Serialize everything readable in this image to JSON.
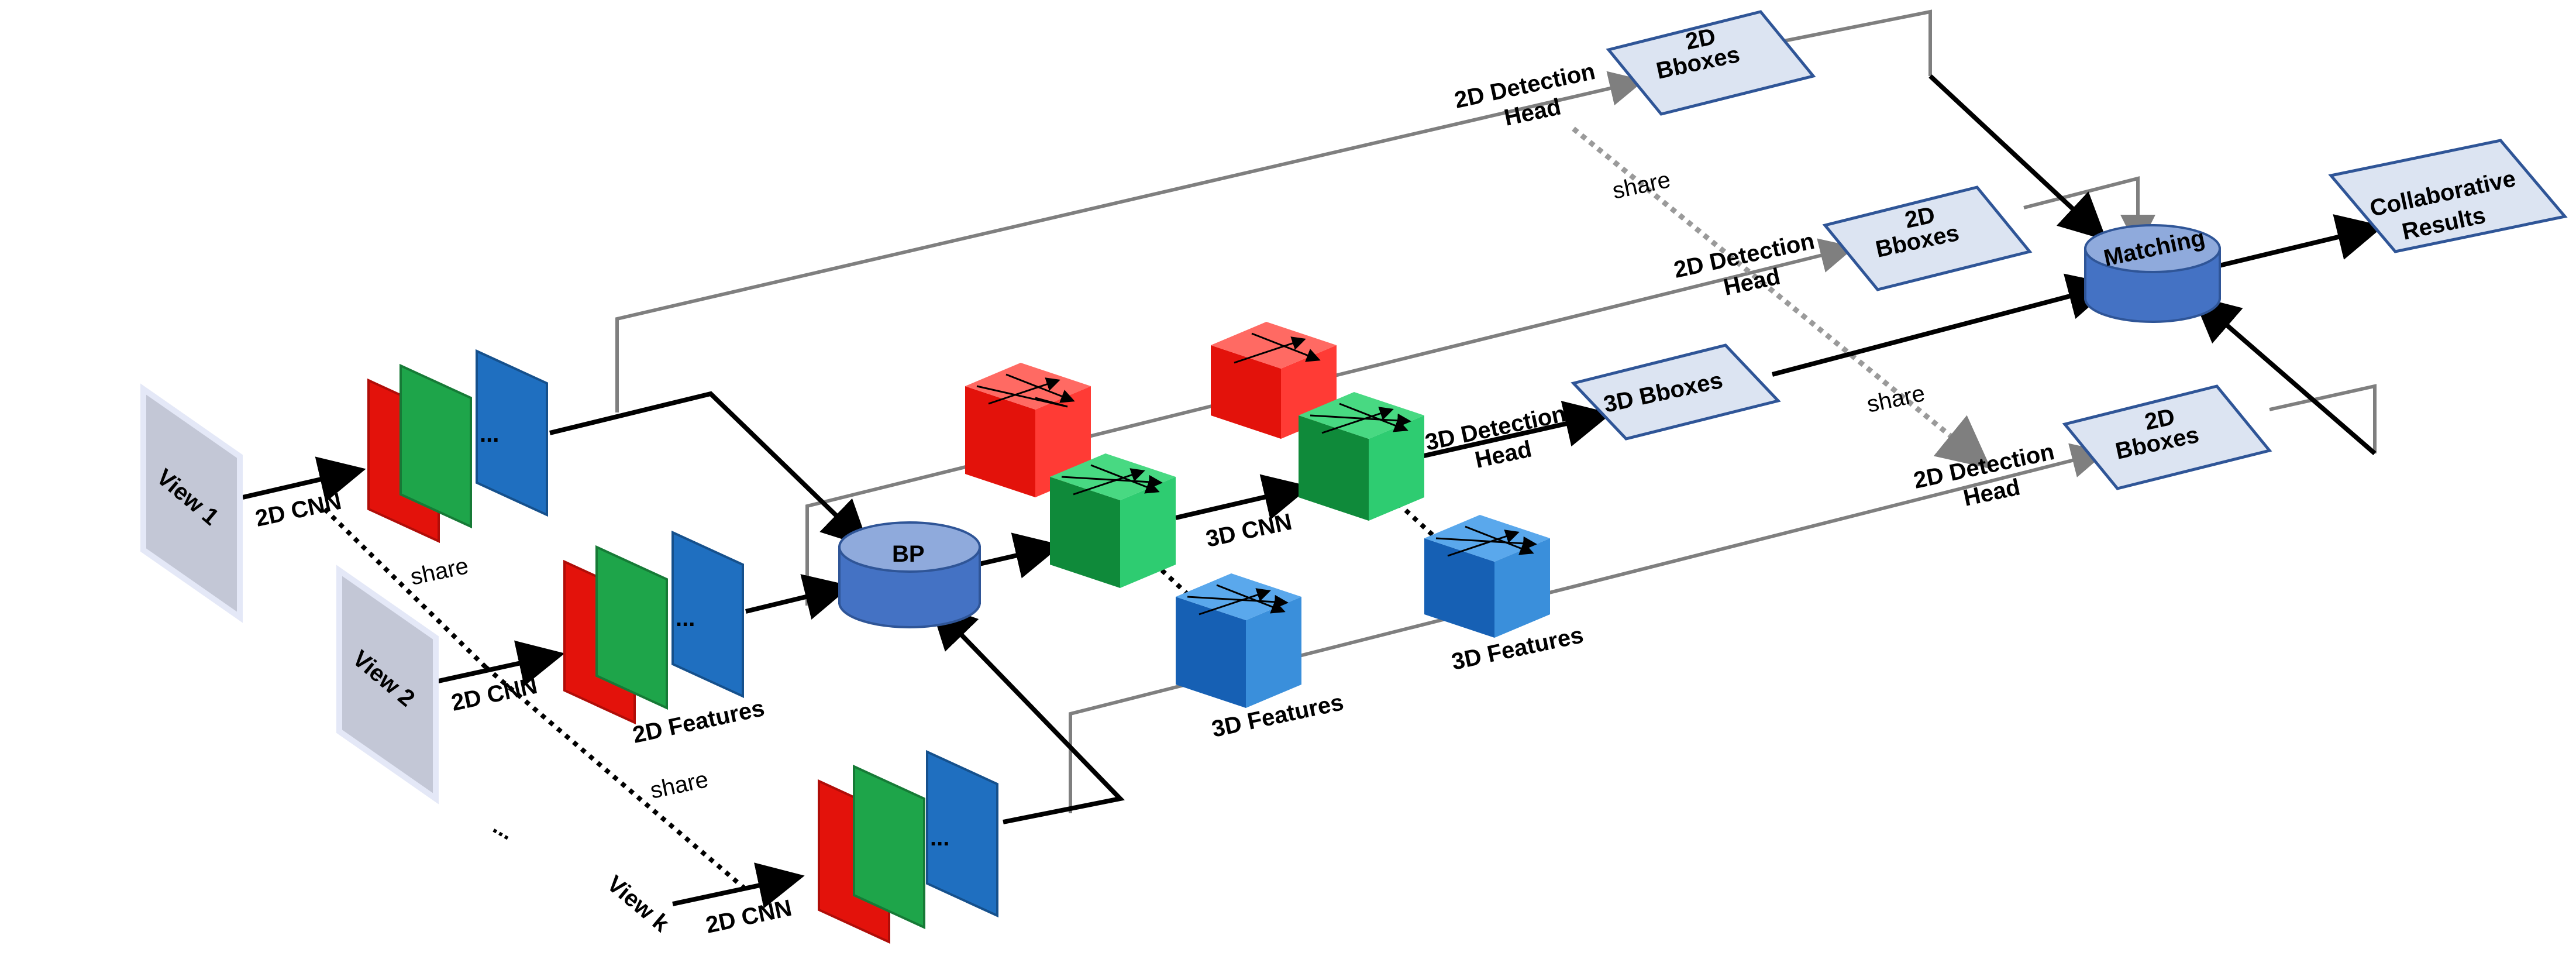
{
  "views": {
    "view1": "View 1",
    "view2": "View 2",
    "viewk": "View k",
    "ellipsis": "..."
  },
  "cnn2d": {
    "label1": "2D CNN",
    "label2": "2D CNN",
    "labelk": "2D CNN"
  },
  "share": {
    "label1": "share",
    "label2": "share",
    "label3": "share",
    "label4": "share"
  },
  "features": {
    "features2d": "2D Features",
    "features3d_a": "3D Features",
    "features3d_b": "3D Features",
    "stack_dots": "..."
  },
  "bp": {
    "label": "BP"
  },
  "cnn3d": {
    "label": "3D CNN"
  },
  "heads": {
    "det3d": {
      "line1": "3D Detection",
      "line2": "Head"
    },
    "det2d_top": {
      "line1": "2D Detection",
      "line2": "Head"
    },
    "det2d_mid": {
      "line1": "2D Detection",
      "line2": "Head"
    },
    "det2d_bot": {
      "line1": "2D Detection",
      "line2": "Head"
    }
  },
  "boxes": {
    "bboxes3d": "3D Bboxes",
    "bboxes2d_top": {
      "line1": "2D",
      "line2": "Bboxes"
    },
    "bboxes2d_mid": {
      "line1": "2D",
      "line2": "Bboxes"
    },
    "bboxes2d_bot": {
      "line1": "2D",
      "line2": "Bboxes"
    }
  },
  "matching": {
    "label": "Matching"
  },
  "results": {
    "line1": "Collaborative",
    "line2": "Results"
  },
  "colors": {
    "red": "#e3120b",
    "green": "#1ea54a",
    "blue": "#1f6fc0",
    "box_fill": "#dce4f2",
    "box_stroke": "#2f5597",
    "cylinder": "#4472c4",
    "view_fill": "#c3c7d6",
    "gray_line": "#7f7f7f"
  }
}
